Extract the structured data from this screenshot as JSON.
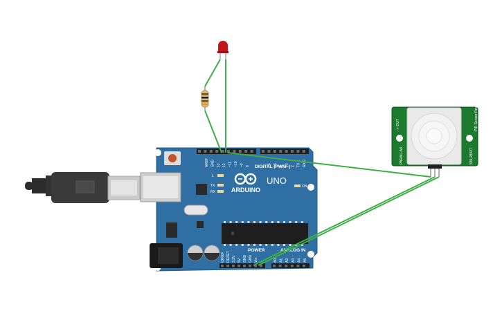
{
  "arduino": {
    "brand": "ARDUINO",
    "model": "UNO",
    "digital_label": "DIGITAL (PWM~)",
    "power_label": "POWER",
    "analog_label": "ANALOG IN",
    "led_on_label": "ON",
    "led_l_label": "L",
    "tx_label": "TX",
    "rx_label": "RX",
    "header_top_left": [
      "AREF",
      "GND",
      "13",
      "12",
      "~11",
      "~10",
      "~9",
      "8"
    ],
    "header_top_right": [
      "7",
      "~6",
      "~5",
      "4",
      "~3",
      "2",
      "TX 1",
      "RX 0"
    ],
    "header_power": [
      "IOREF",
      "RESET",
      "3.3V",
      "5V",
      "GND",
      "GND",
      "Vin"
    ],
    "header_analog": [
      "A0",
      "A1",
      "A2",
      "A3",
      "A4",
      "A5"
    ]
  },
  "pir": {
    "label_left": "PARALLAX",
    "label_right": "555-28027",
    "label_top": "PIR Sensor Rev B",
    "pins_label": "- + OUT"
  },
  "colors": {
    "board": "#2f6fa3",
    "wire": "#3fae49",
    "pir_board": "#1c7a2e",
    "led": "#c0171b",
    "usb": "#3a3a3a"
  }
}
